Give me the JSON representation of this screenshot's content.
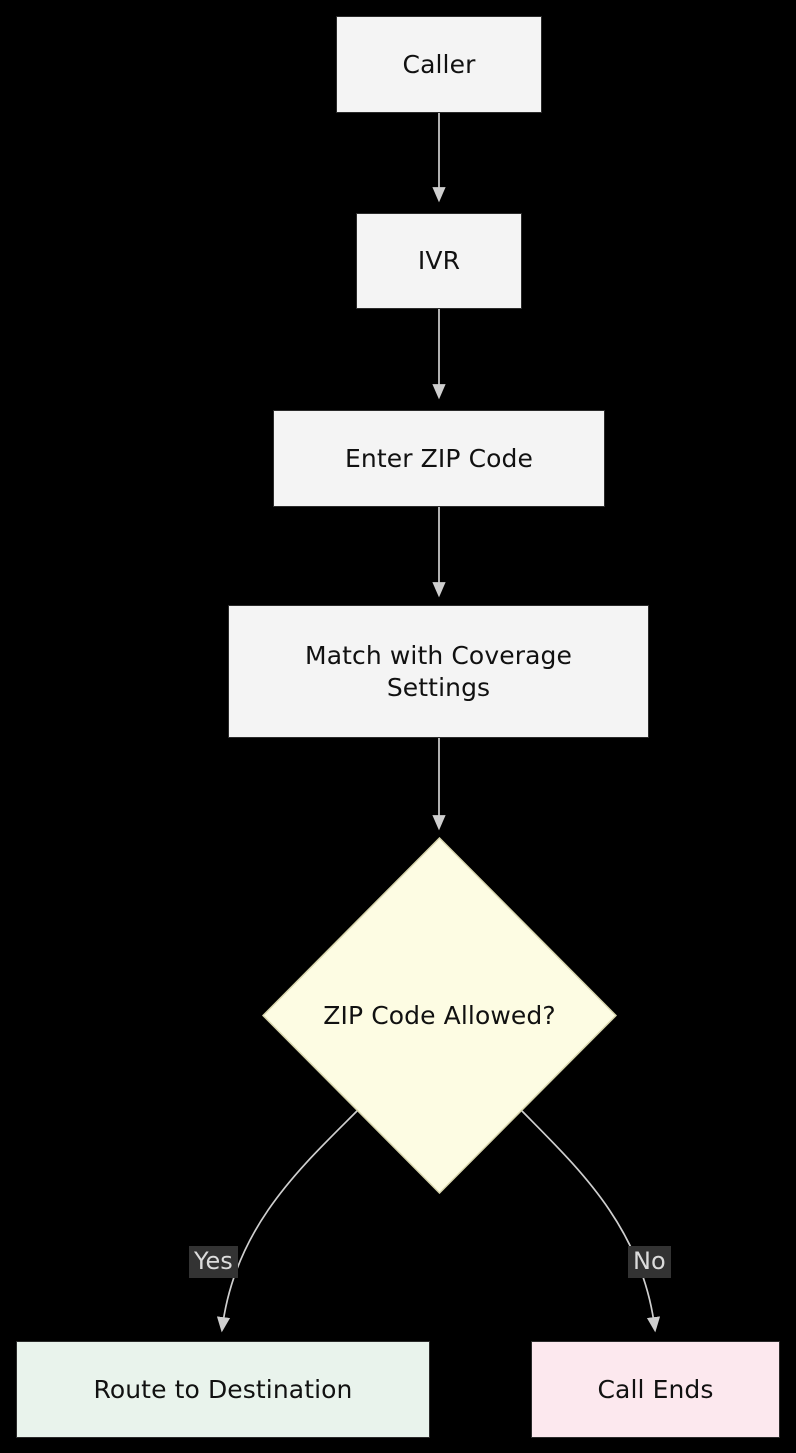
{
  "diagram": {
    "type": "flowchart",
    "direction": "top-to-bottom",
    "background_color": "#000000",
    "edge_color": "#cfcfcf",
    "nodes": [
      {
        "id": "caller",
        "label": "Caller",
        "shape": "rect",
        "fill": "#f4f4f4",
        "stroke": "#2b2b2b",
        "text_color": "#111111"
      },
      {
        "id": "ivr",
        "label": "IVR",
        "shape": "rect",
        "fill": "#f4f4f4",
        "stroke": "#2b2b2b",
        "text_color": "#111111"
      },
      {
        "id": "zip",
        "label": "Enter ZIP Code",
        "shape": "rect",
        "fill": "#f4f4f4",
        "stroke": "#2b2b2b",
        "text_color": "#111111"
      },
      {
        "id": "match",
        "label": "Match with Coverage Settings",
        "shape": "rect",
        "fill": "#f4f4f4",
        "stroke": "#2b2b2b",
        "text_color": "#111111"
      },
      {
        "id": "decision",
        "label": "ZIP Code Allowed?",
        "shape": "diamond",
        "fill": "#fdfce3",
        "stroke": "#d8d6ae",
        "text_color": "#111111"
      },
      {
        "id": "route",
        "label": "Route to Destination",
        "shape": "rect",
        "fill": "#e9f3ec",
        "stroke": "#2b2b2b",
        "text_color": "#111111"
      },
      {
        "id": "ends",
        "label": "Call Ends",
        "shape": "rect",
        "fill": "#fce8ee",
        "stroke": "#2b2b2b",
        "text_color": "#111111"
      }
    ],
    "edges": [
      {
        "from": "caller",
        "to": "ivr",
        "label": ""
      },
      {
        "from": "ivr",
        "to": "zip",
        "label": ""
      },
      {
        "from": "zip",
        "to": "match",
        "label": ""
      },
      {
        "from": "match",
        "to": "decision",
        "label": ""
      },
      {
        "from": "decision",
        "to": "route",
        "label": "Yes",
        "label_bg": "#333333",
        "label_color": "#dcdcdc"
      },
      {
        "from": "decision",
        "to": "ends",
        "label": "No",
        "label_bg": "#333333",
        "label_color": "#dcdcdc"
      }
    ]
  }
}
